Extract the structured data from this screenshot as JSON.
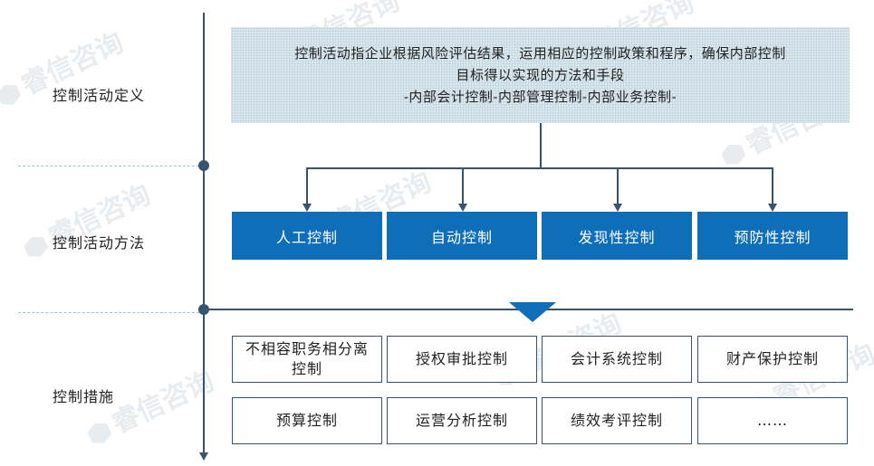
{
  "watermark": {
    "text": "睿信咨询"
  },
  "rows": {
    "definition_label": "控制活动定义",
    "methods_label": "控制活动方法",
    "measures_label": "控制措施"
  },
  "definition": {
    "line1": "控制活动指企业根据风险评估结果，运用相应的控制政策和程序，确保内部控制",
    "line2": "目标得以实现的方法和手段",
    "line3": "-内部会计控制-内部管理控制-内部业务控制-"
  },
  "methods": [
    "人工控制",
    "自动控制",
    "发现性控制",
    "预防性控制"
  ],
  "measures": [
    "不相容职务相分离控制",
    "授权审批控制",
    "会计系统控制",
    "财产保护控制",
    "预算控制",
    "运营分析控制",
    "绩效考评控制",
    "……"
  ],
  "colors": {
    "primary_blue": "#0f6eb8",
    "axis": "#37536e",
    "definition_fill": "#dbe8ee",
    "dash": "#9cc7cc"
  }
}
